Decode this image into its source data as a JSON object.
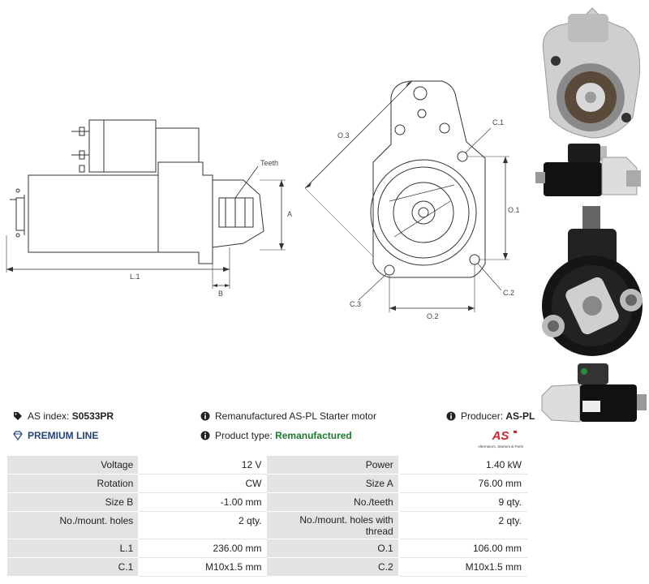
{
  "drawing": {
    "labels": {
      "teeth": "Teeth",
      "a": "A",
      "b": "B",
      "l1": "L.1",
      "o1": "O.1",
      "o2": "O.2",
      "o3": "O.3",
      "c1": "C.1",
      "c2": "C.2",
      "c3": "C.3"
    }
  },
  "info": {
    "as_index_label": "AS index:",
    "as_index_value": "S0533PR",
    "premium": "PREMIUM LINE",
    "description": "Remanufactured AS-PL Starter motor",
    "product_type_label": "Product type:",
    "product_type_value": "Remanufactured",
    "producer_label": "Producer:",
    "producer_value": "AS-PL",
    "brand_logo": "AS",
    "brand_tagline": "Alternators, Starters & Parts"
  },
  "specs": [
    {
      "l1": "Voltage",
      "v1": "12 V",
      "l2": "Power",
      "v2": "1.40 kW"
    },
    {
      "l1": "Rotation",
      "v1": "CW",
      "l2": "Size A",
      "v2": "76.00 mm"
    },
    {
      "l1": "Size B",
      "v1": "-1.00 mm",
      "l2": "No./teeth",
      "v2": "9 qty."
    },
    {
      "l1": "No./mount. holes",
      "v1": "2 qty.",
      "l2": "No./mount. holes with thread",
      "v2": "2 qty."
    },
    {
      "l1": "L.1",
      "v1": "236.00 mm",
      "l2": "O.1",
      "v2": "106.00 mm"
    },
    {
      "l1": "C.1",
      "v1": "M10x1.5 mm",
      "l2": "C.2",
      "v2": "M10x1.5 mm"
    }
  ],
  "colors": {
    "label_bg": "#e3e3e3",
    "green": "#1a7a2e",
    "brand_red": "#d0262b"
  },
  "icons": [
    "tag-icon",
    "diamond-icon",
    "info-icon"
  ]
}
